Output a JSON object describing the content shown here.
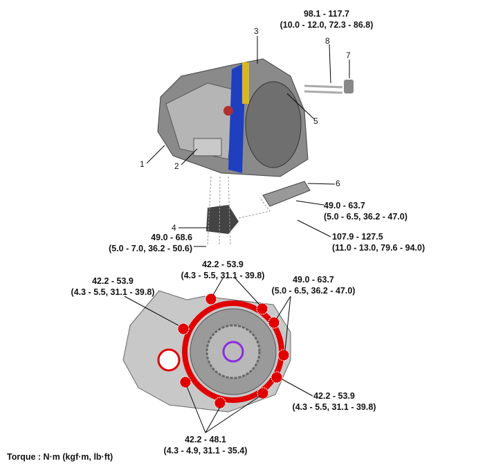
{
  "top_assembly": {
    "parts": [
      {
        "num": "1"
      },
      {
        "num": "2"
      },
      {
        "num": "3"
      },
      {
        "num": "4"
      },
      {
        "num": "5"
      },
      {
        "num": "6"
      },
      {
        "num": "7"
      },
      {
        "num": "8"
      }
    ],
    "torques": [
      {
        "value": "98.1 - 117.7",
        "alt": "(10.0 - 12.0, 72.3 - 86.8)"
      },
      {
        "value": "49.0 - 63.7",
        "alt": "(5.0 - 6.5, 36.2 - 47.0)"
      },
      {
        "value": "107.9 - 127.5",
        "alt": "(11.0 - 13.0, 79.6 - 94.0)"
      },
      {
        "value": "49.0 - 68.6",
        "alt": "(5.0 - 7.0, 36.2 - 50.6)"
      }
    ]
  },
  "housing": {
    "torques": [
      {
        "value": "42.2 - 53.9",
        "alt": "(4.3 - 5.5, 31.1 - 39.8)"
      },
      {
        "value": "42.2 - 53.9",
        "alt": "(4.3 - 5.5, 31.1 - 39.8)"
      },
      {
        "value": "49.0 - 63.7",
        "alt": "(5.0 - 6.5, 36.2 - 47.0)"
      },
      {
        "value": "42.2 - 53.9",
        "alt": "(4.3 - 5.5, 31.1 - 39.8)"
      },
      {
        "value": "42.2 - 48.1",
        "alt": "(4.3 - 4.9, 31.1 - 35.4)"
      }
    ]
  },
  "footer": {
    "units": "Torque : N·m (kgf·m, lb·ft)"
  },
  "colors": {
    "highlight": "#e00000",
    "blue": "#1f3fbf"
  }
}
